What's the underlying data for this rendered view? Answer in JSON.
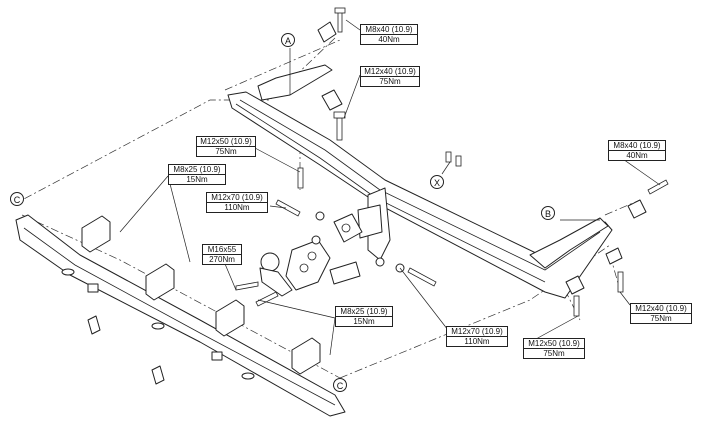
{
  "callouts": {
    "a": "A",
    "b": "B",
    "c_left": "C",
    "c_bottom": "C",
    "x": "X"
  },
  "labels": {
    "m8x40_top": {
      "spec": "M8x40 (10.9)",
      "torque": "40Nm"
    },
    "m12x40_top": {
      "spec": "M12x40 (10.9)",
      "torque": "75Nm"
    },
    "m12x50_left": {
      "spec": "M12x50 (10.9)",
      "torque": "75Nm"
    },
    "m8x25_left": {
      "spec": "M8x25 (10.9)",
      "torque": "15Nm"
    },
    "m12x70_left": {
      "spec": "M12x70 (10.9)",
      "torque": "110Nm"
    },
    "m16x55": {
      "spec": "M16x55",
      "torque": "270Nm"
    },
    "m8x25_mid": {
      "spec": "M8x25 (10.9)",
      "torque": "15Nm"
    },
    "m12x70_bottom": {
      "spec": "M12x70 (10.9)",
      "torque": "110Nm"
    },
    "m12x50_bottom": {
      "spec": "M12x50 (10.9)",
      "torque": "75Nm"
    },
    "m8x40_right": {
      "spec": "M8x40 (10.9)",
      "torque": "40Nm"
    },
    "m12x40_right": {
      "spec": "M12x40 (10.9)",
      "torque": "75Nm"
    }
  },
  "icons": [
    "tow-ball-icon",
    "bolt-icon",
    "washer-icon",
    "bracket-icon"
  ]
}
